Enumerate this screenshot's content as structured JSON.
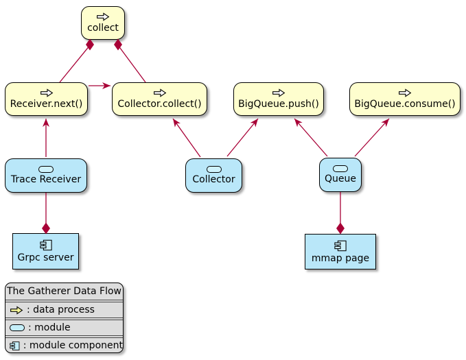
{
  "diagram_title": "The Gatherer Data Flow",
  "nodes": {
    "collect": {
      "label": "collect",
      "kind": "data process"
    },
    "receiver_next": {
      "label": "Receiver.next()",
      "kind": "data process"
    },
    "collector_collect": {
      "label": "Collector.collect()",
      "kind": "data process"
    },
    "bigqueue_push": {
      "label": "BigQueue.push()",
      "kind": "data process"
    },
    "bigqueue_consume": {
      "label": "BigQueue.consume()",
      "kind": "data process"
    },
    "trace_receiver": {
      "label": "Trace Receiver",
      "kind": "module"
    },
    "collector": {
      "label": "Collector",
      "kind": "module"
    },
    "queue": {
      "label": "Queue",
      "kind": "module"
    },
    "grpc_server": {
      "label": "Grpc server",
      "kind": "module component"
    },
    "mmap_page": {
      "label": "mmap page",
      "kind": "module component"
    }
  },
  "edges": [
    {
      "from": "collect",
      "to": "receiver_next",
      "style": "line, filled diamond at collect"
    },
    {
      "from": "collect",
      "to": "collector_collect",
      "style": "line, filled diamond at collect"
    },
    {
      "from": "receiver_next",
      "to": "collector_collect",
      "style": "arrow"
    },
    {
      "from": "trace_receiver",
      "to": "receiver_next",
      "style": "arrow"
    },
    {
      "from": "collector",
      "to": "collector_collect",
      "style": "arrow"
    },
    {
      "from": "collector",
      "to": "bigqueue_push",
      "style": "arrow"
    },
    {
      "from": "queue",
      "to": "bigqueue_push",
      "style": "arrow"
    },
    {
      "from": "queue",
      "to": "bigqueue_consume",
      "style": "arrow"
    },
    {
      "from": "trace_receiver",
      "to": "grpc_server",
      "style": "line, filled diamond at grpc_server"
    },
    {
      "from": "queue",
      "to": "mmap_page",
      "style": "line, filled diamond at mmap_page"
    }
  ],
  "legend": {
    "title": "The Gatherer Data Flow",
    "entries": [
      {
        "icon": "data-process-icon",
        "label": ": data process"
      },
      {
        "icon": "module-icon",
        "label": ": module"
      },
      {
        "icon": "module-component-icon",
        "label": ": module component"
      }
    ]
  },
  "colors": {
    "process_fill": "#FEFECE",
    "module_fill": "#B9E7F9",
    "edge_color": "#A80036",
    "node_border": "#000000",
    "legend_bg": "#DDDDDD",
    "legend_icon_yellow": "#FAFA9B",
    "legend_icon_cyan": "#C5EEF9"
  }
}
